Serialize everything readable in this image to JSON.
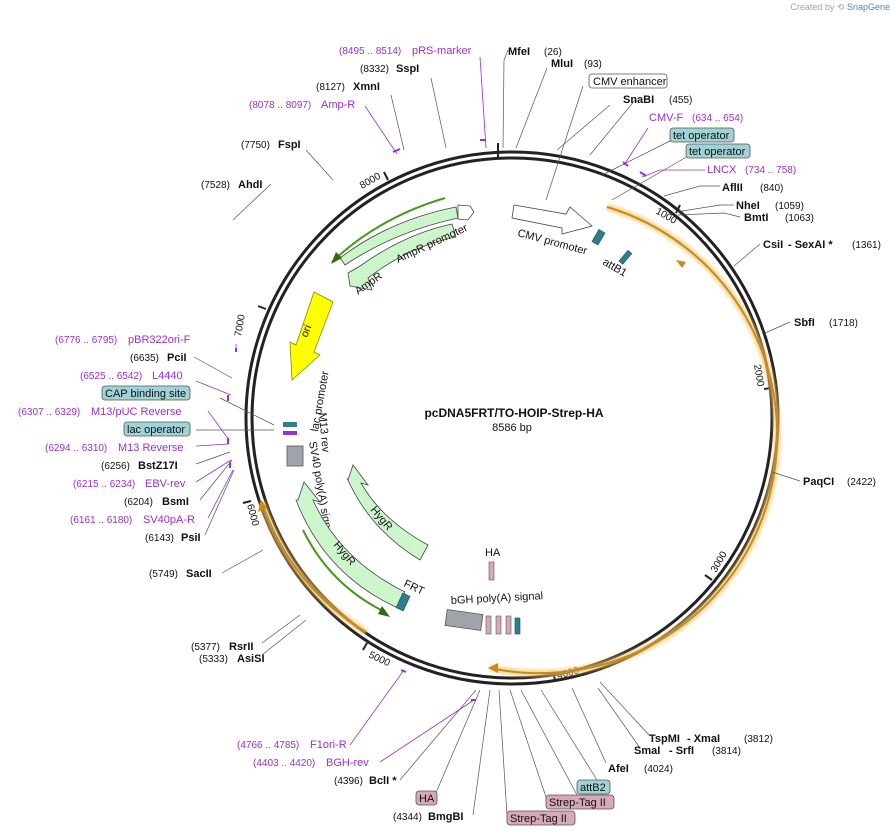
{
  "created_by": {
    "prefix": "Created by",
    "brand": "SnapGene"
  },
  "plasmid": {
    "name": "pcDNA5FRT/TO-HOIP-Strep-HA",
    "length": "8586 bp"
  },
  "ticks": [
    "1000",
    "2000",
    "3000",
    "4000",
    "5000",
    "6000",
    "7000",
    "8000"
  ],
  "colors": {
    "primer": "#9b30d0",
    "backbone": "#222222",
    "promoter": "#ffffff",
    "marker": "#ccf5cc",
    "ori": "#ffff00",
    "orf": "#f6a623",
    "tag": "#d7a9b8",
    "site": "#2f7e8c",
    "box_blue": "#9fd3d8"
  },
  "enzymes": [
    {
      "name": "MfeI",
      "pos": "(26)"
    },
    {
      "name": "MluI",
      "pos": "(93)"
    },
    {
      "name": "SnaBI",
      "pos": "(455)"
    },
    {
      "name": "AflII",
      "pos": "(840)"
    },
    {
      "name": "NheI",
      "pos": "(1059)"
    },
    {
      "name": "BmtI",
      "pos": "(1063)"
    },
    {
      "name": "CsiI",
      "name2": " - SexAI *",
      "pos": "(1361)"
    },
    {
      "name": "SbfI",
      "pos": "(1718)"
    },
    {
      "name": "PaqCI",
      "pos": "(2422)"
    },
    {
      "name": "TspMI",
      "name2": " - XmaI",
      "pos": "(3812)"
    },
    {
      "name": "SmaI",
      "name2": " - SrfI",
      "pos": "(3814)"
    },
    {
      "name": "AfeI",
      "pos": "(4024)"
    },
    {
      "name": "BmgBI",
      "pos": "(4344)"
    },
    {
      "name": "BclI *",
      "pos": "(4396)"
    },
    {
      "name": "AsiSI",
      "pos": "(5333)"
    },
    {
      "name": "RsrII",
      "pos": "(5377)"
    },
    {
      "name": "SacII",
      "pos": "(5749)"
    },
    {
      "name": "PsiI",
      "pos": "(6143)"
    },
    {
      "name": "BsmI",
      "pos": "(6204)"
    },
    {
      "name": "BstZ17I",
      "pos": "(6256)"
    },
    {
      "name": "PciI",
      "pos": "(6635)"
    },
    {
      "name": "AhdI",
      "pos": "(7528)"
    },
    {
      "name": "FspI",
      "pos": "(7750)"
    },
    {
      "name": "XmnI",
      "pos": "(8127)"
    },
    {
      "name": "SspI",
      "pos": "(8332)"
    }
  ],
  "primers": [
    {
      "name": "pRS-marker",
      "range": "(8495 .. 8514)"
    },
    {
      "name": "Amp-R",
      "range": "(8078 .. 8097)"
    },
    {
      "name": "CMV-F",
      "range": "(634 .. 654)"
    },
    {
      "name": "LNCX",
      "range": "(734 .. 758)"
    },
    {
      "name": "pBR322ori-F",
      "range": "(6776 .. 6795)"
    },
    {
      "name": "L4440",
      "range": "(6525 .. 6542)"
    },
    {
      "name": "M13/pUC Reverse",
      "range": "(6307 .. 6329)"
    },
    {
      "name": "M13 Reverse",
      "range": "(6294 .. 6310)"
    },
    {
      "name": "EBV-rev",
      "range": "(6215 .. 6234)"
    },
    {
      "name": "SV40pA-R",
      "range": "(6161 .. 6180)"
    },
    {
      "name": "F1ori-R",
      "range": "(4766 .. 4785)"
    },
    {
      "name": "BGH-rev",
      "range": "(4403 .. 4420)"
    }
  ],
  "boxed_labels": {
    "cmv_enhancer": "CMV enhancer",
    "tet_operator_1": "tet operator",
    "tet_operator_2": "tet operator",
    "cap_binding": "CAP binding site",
    "lac_operator": "lac operator",
    "attB2": "attB2",
    "strep_1": "Strep-Tag II",
    "strep_2": "Strep-Tag II",
    "ha_box": "HA"
  },
  "features": {
    "cmv_promoter": "CMV promoter",
    "attB1": "attB1",
    "ampr": "AmpR",
    "ampr_promoter": "AmpR promoter",
    "ori": "ori",
    "lac_promoter": "lac promoter",
    "m13_rev": "M13 rev",
    "sv40": "SV40 poly(A) signal",
    "hygr_1": "HygR",
    "hygr_2": "HygR",
    "frt": "FRT",
    "ha": "HA",
    "bgh": "bGH poly(A) signal"
  }
}
